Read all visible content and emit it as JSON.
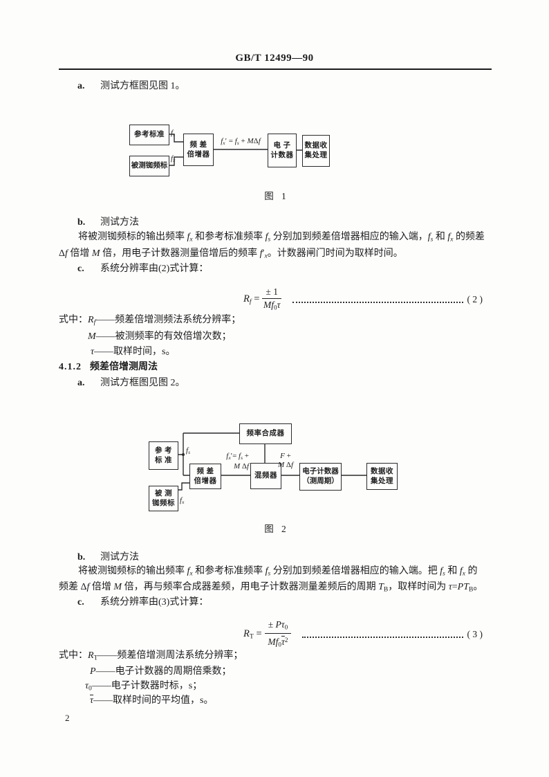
{
  "page": {
    "code": "GB/T 12499—90",
    "number": "2"
  },
  "items": {
    "a1": {
      "label": "a.",
      "text": "测试方框图见图 1。"
    },
    "b1": {
      "label": "b.",
      "text": "测试方法"
    },
    "c1": {
      "label": "c.",
      "text": "系统分辨率由(2)式计算："
    },
    "a2": {
      "label": "a.",
      "text": "测试方框图见图 2。"
    },
    "b2": {
      "label": "b.",
      "text": "测试方法"
    },
    "c2": {
      "label": "c.",
      "text": "系统分辨率由(3)式计算："
    }
  },
  "heading_412": {
    "num": "4.1.2",
    "title": "频差倍增测周法"
  },
  "para1": {
    "line1": [
      {
        "t": "将被测铷频标的输出频率 "
      },
      {
        "t": "f",
        "i": 1
      },
      {
        "t": "x",
        "i": 1,
        "sub": 1
      },
      {
        "t": " 和参考标准频率 "
      },
      {
        "t": "f",
        "i": 1
      },
      {
        "t": "s",
        "i": 1,
        "sub": 1
      },
      {
        "t": " 分别加到频差倍增器相应的输入端，"
      },
      {
        "t": "f",
        "i": 1
      },
      {
        "t": "s",
        "i": 1,
        "sub": 1
      },
      {
        "t": " 和 "
      },
      {
        "t": "f",
        "i": 1
      },
      {
        "t": "x",
        "i": 1,
        "sub": 1
      },
      {
        "t": " 的频差"
      }
    ],
    "line2": [
      {
        "t": "Δ"
      },
      {
        "t": "f",
        "i": 1
      },
      {
        "t": " 倍增 "
      },
      {
        "t": "M",
        "i": 1
      },
      {
        "t": " 倍，用电子计数器测量倍增后的频率 "
      },
      {
        "t": "f",
        "i": 1
      },
      {
        "t": "′"
      },
      {
        "t": "x",
        "i": 1,
        "sub": 1
      },
      {
        "t": "。计数器闸门时间为取样时间。"
      }
    ]
  },
  "para2": {
    "line1": [
      {
        "t": "将被测铷频标的输出频率 "
      },
      {
        "t": "f",
        "i": 1
      },
      {
        "t": "x",
        "i": 1,
        "sub": 1
      },
      {
        "t": " 和参考标准频率 "
      },
      {
        "t": "f",
        "i": 1
      },
      {
        "t": "s",
        "i": 1,
        "sub": 1
      },
      {
        "t": " 分别加到频差倍增器相应的输入端。把 "
      },
      {
        "t": "f",
        "i": 1
      },
      {
        "t": "s",
        "i": 1,
        "sub": 1
      },
      {
        "t": " 和 "
      },
      {
        "t": "f",
        "i": 1
      },
      {
        "t": "x",
        "i": 1,
        "sub": 1
      },
      {
        "t": " 的"
      }
    ],
    "line2": [
      {
        "t": "频差 "
      },
      {
        "t": "Δ"
      },
      {
        "t": "f",
        "i": 1
      },
      {
        "t": " 倍增 "
      },
      {
        "t": "M",
        "i": 1
      },
      {
        "t": " 倍，再与频率合成器差频，用电子计数器测量差频后的周期 "
      },
      {
        "t": "T",
        "i": 1
      },
      {
        "t": "B",
        "sub": 1
      },
      {
        "t": "，取样时间为 "
      },
      {
        "t": "τ",
        "i": 1
      },
      {
        "t": "="
      },
      {
        "t": "P",
        "i": 1
      },
      {
        "t": "T",
        "i": 1
      },
      {
        "t": "B",
        "sub": 1
      },
      {
        "t": "。"
      }
    ]
  },
  "formula2": {
    "lhs": [
      {
        "t": "R",
        "i": 1
      },
      {
        "t": "f",
        "i": 1,
        "sub": 1
      },
      {
        "t": " ="
      }
    ],
    "num": [
      {
        "t": "± 1"
      }
    ],
    "den": [
      {
        "t": "M",
        "i": 1
      },
      {
        "t": "f",
        "i": 1
      },
      {
        "t": "0",
        "sub": 1
      },
      {
        "t": "τ",
        "i": 1
      }
    ],
    "number": "( 2 )"
  },
  "formula3": {
    "lhs": [
      {
        "t": "R",
        "i": 1
      },
      {
        "t": "T",
        "sub": 1
      },
      {
        "t": " ="
      }
    ],
    "num": [
      {
        "t": "± "
      },
      {
        "t": "P",
        "i": 1
      },
      {
        "t": "τ",
        "i": 1
      },
      {
        "t": "0",
        "sub": 1
      }
    ],
    "den": [
      {
        "t": "M",
        "i": 1
      },
      {
        "t": "f",
        "i": 1
      },
      {
        "t": "0",
        "sub": 1
      },
      {
        "t": "τ",
        "i": 1,
        "ol": 1
      },
      {
        "t": "2",
        "sup": 1
      }
    ],
    "number": "( 3 )"
  },
  "defs1": {
    "l1": [
      {
        "t": "式中："
      },
      {
        "t": "R",
        "i": 1
      },
      {
        "t": "f",
        "i": 1,
        "sub": 1
      },
      {
        "t": "——频差倍增测频法系统分辨率；"
      }
    ],
    "l2": [
      {
        "t": "M",
        "i": 1
      },
      {
        "t": "——被测频率的有效倍增次数；"
      }
    ],
    "l3": [
      {
        "t": "τ",
        "i": 1
      },
      {
        "t": "——取样时间，s。"
      }
    ]
  },
  "defs2": {
    "l1": [
      {
        "t": "式中："
      },
      {
        "t": "R",
        "i": 1
      },
      {
        "t": "T",
        "sub": 1
      },
      {
        "t": "——频差倍增测周法系统分辨率；"
      }
    ],
    "l2": [
      {
        "t": "P",
        "i": 1
      },
      {
        "t": "——电子计数器的周期倍乘数；"
      }
    ],
    "l3": [
      {
        "t": "τ",
        "i": 1
      },
      {
        "t": "0",
        "sub": 1
      },
      {
        "t": "——电子计数器时标，s；"
      }
    ],
    "l4": [
      {
        "t": "τ",
        "i": 1,
        "ol": 1
      },
      {
        "t": "——取样时间的平均值，s。"
      }
    ]
  },
  "fig1": {
    "caption": "图 1",
    "boxes": {
      "ref": [
        "参考标准"
      ],
      "dut": [
        "被测铷频标"
      ],
      "mult": [
        "频 差",
        "倍增器"
      ],
      "counter": [
        "电 子",
        "计数器"
      ],
      "data": [
        "数据收",
        "集处理"
      ]
    },
    "labels": {
      "fs": [
        {
          "t": "f",
          "i": 1
        },
        {
          "t": "s",
          "i": 1,
          "sub": 1
        }
      ],
      "fx": [
        {
          "t": "f",
          "i": 1
        },
        {
          "t": "x",
          "i": 1,
          "sub": 1
        }
      ],
      "eq": [
        {
          "t": "f",
          "i": 1
        },
        {
          "t": "x",
          "i": 1,
          "sub": 1
        },
        {
          "t": "′ = "
        },
        {
          "t": "f",
          "i": 1
        },
        {
          "t": "s",
          "i": 1,
          "sub": 1
        },
        {
          "t": " + "
        },
        {
          "t": "M",
          "i": 1
        },
        {
          "t": "Δ"
        },
        {
          "t": "f",
          "i": 1
        }
      ]
    }
  },
  "fig2": {
    "caption": "图 2",
    "boxes": {
      "synth": [
        "频率合成器"
      ],
      "ref": [
        "参 考",
        "标 准"
      ],
      "mult": [
        "频 差",
        "倍增器"
      ],
      "dut": [
        "被 测",
        "铷频标"
      ],
      "mixer": [
        "混频器"
      ],
      "counter": [
        "电子计数器",
        "（测周期）"
      ],
      "data": [
        "数据收",
        "集处理"
      ]
    },
    "labels": {
      "fs": [
        {
          "t": "f",
          "i": 1
        },
        {
          "t": "s",
          "i": 1,
          "sub": 1
        }
      ],
      "fx": [
        {
          "t": "f",
          "i": 1
        },
        {
          "t": "x",
          "i": 1,
          "sub": 1
        }
      ],
      "eq_line1": [
        {
          "t": "f",
          "i": 1
        },
        {
          "t": "x",
          "i": 1,
          "sub": 1
        },
        {
          "t": "′= "
        },
        {
          "t": "f",
          "i": 1
        },
        {
          "t": "s",
          "i": 1,
          "sub": 1
        },
        {
          "t": " +"
        }
      ],
      "eq_line2": [
        {
          "t": "M",
          "i": 1
        },
        {
          "t": " Δ"
        },
        {
          "t": "f",
          "i": 1
        }
      ],
      "f_line1": [
        {
          "t": "F",
          "i": 1
        },
        {
          "t": " +"
        }
      ],
      "f_line2": [
        {
          "t": "M",
          "i": 1
        },
        {
          "t": " Δ"
        },
        {
          "t": "f",
          "i": 1
        }
      ]
    }
  }
}
